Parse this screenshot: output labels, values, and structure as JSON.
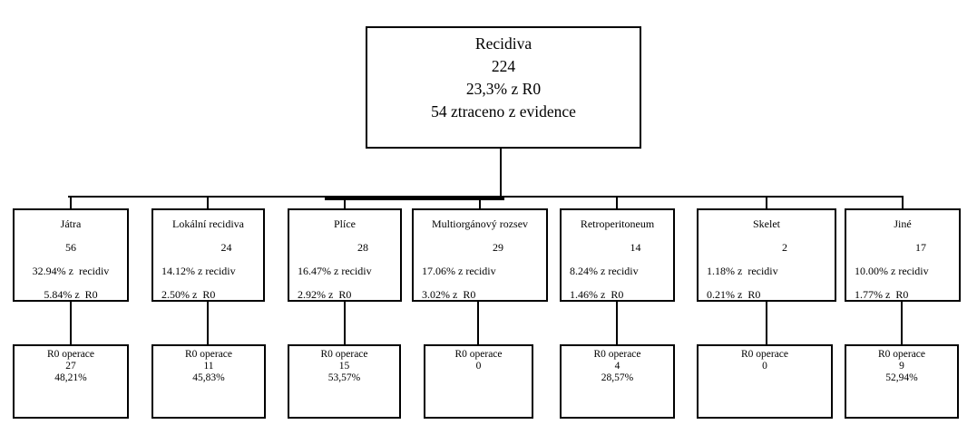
{
  "diagram": {
    "description": "Flowchart of cancer recurrence (Recidiva) sites and R0 operations",
    "colors": {
      "border": "#000000",
      "background": "#ffffff",
      "text": "#000000"
    },
    "root": {
      "title": "Recidiva",
      "count": "224",
      "pct_r0": "23,3% z R0",
      "lost": "54 ztraceno z evidence"
    },
    "middle_boxes": [
      {
        "title": "Játra",
        "count": "56",
        "pct_recidiv": "32.94% z  recidiv",
        "pct_r0": "5.84% z  R0"
      },
      {
        "title": "Lokální recidiva",
        "count": "24",
        "pct_recidiv": "14.12% z recidiv",
        "pct_r0": "2.50% z  R0"
      },
      {
        "title": "Plíce",
        "count": "28",
        "pct_recidiv": "16.47% z recidiv",
        "pct_r0": "2.92% z  R0"
      },
      {
        "title": "Multiorgánový rozsev",
        "count": "29",
        "pct_recidiv": "17.06% z recidiv",
        "pct_r0": "3.02% z  R0"
      },
      {
        "title": "Retroperitoneum",
        "count": "14",
        "pct_recidiv": "8.24% z recidiv",
        "pct_r0": "1.46% z  R0"
      },
      {
        "title": "Skelet",
        "count": "2",
        "pct_recidiv": "1.18% z  recidiv",
        "pct_r0": "0.21% z  R0"
      },
      {
        "title": "Jiné",
        "count": "17",
        "pct_recidiv": "10.00% z recidiv",
        "pct_r0": "1.77% z  R0"
      }
    ],
    "bottom_boxes": [
      {
        "title": "R0 operace",
        "count": "27",
        "pct": "48,21%"
      },
      {
        "title": "R0 operace",
        "count": "11",
        "pct": "45,83%"
      },
      {
        "title": "R0 operace",
        "count": "15",
        "pct": "53,57%"
      },
      {
        "title": "R0 operace",
        "count": "0",
        "pct": ""
      },
      {
        "title": "R0 operace",
        "count": "4",
        "pct": "28,57%"
      },
      {
        "title": "R0 operace",
        "count": "0",
        "pct": ""
      },
      {
        "title": "R0 operace",
        "count": "9",
        "pct": "52,94%"
      }
    ]
  }
}
